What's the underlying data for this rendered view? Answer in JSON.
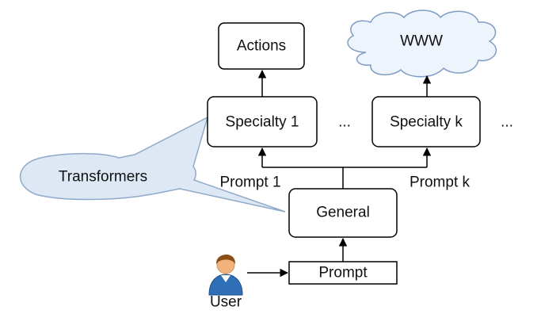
{
  "diagram": {
    "nodes": {
      "actions": "Actions",
      "www": "WWW",
      "specialty_1": "Specialty 1",
      "ellipsis_between": "...",
      "specialty_k": "Specialty k",
      "ellipsis_after": "...",
      "general": "General",
      "prompt": "Prompt",
      "user": "User"
    },
    "callout": {
      "label": "Transformers"
    },
    "edge_labels": {
      "prompt_1": "Prompt 1",
      "prompt_k": "Prompt k"
    },
    "colors": {
      "stroke": "#000000",
      "cloud_fill": "#eef4fb",
      "cloud_stroke": "#7f9dc4",
      "callout_fill": "#dde8f4",
      "callout_stroke": "#8fa9c9",
      "user_skin": "#f1b27c",
      "user_hair": "#8a4e17",
      "user_shirt": "#2f6fb8"
    },
    "icons": [
      "user-icon",
      "cloud-shape",
      "speech-bubble-shape"
    ]
  }
}
